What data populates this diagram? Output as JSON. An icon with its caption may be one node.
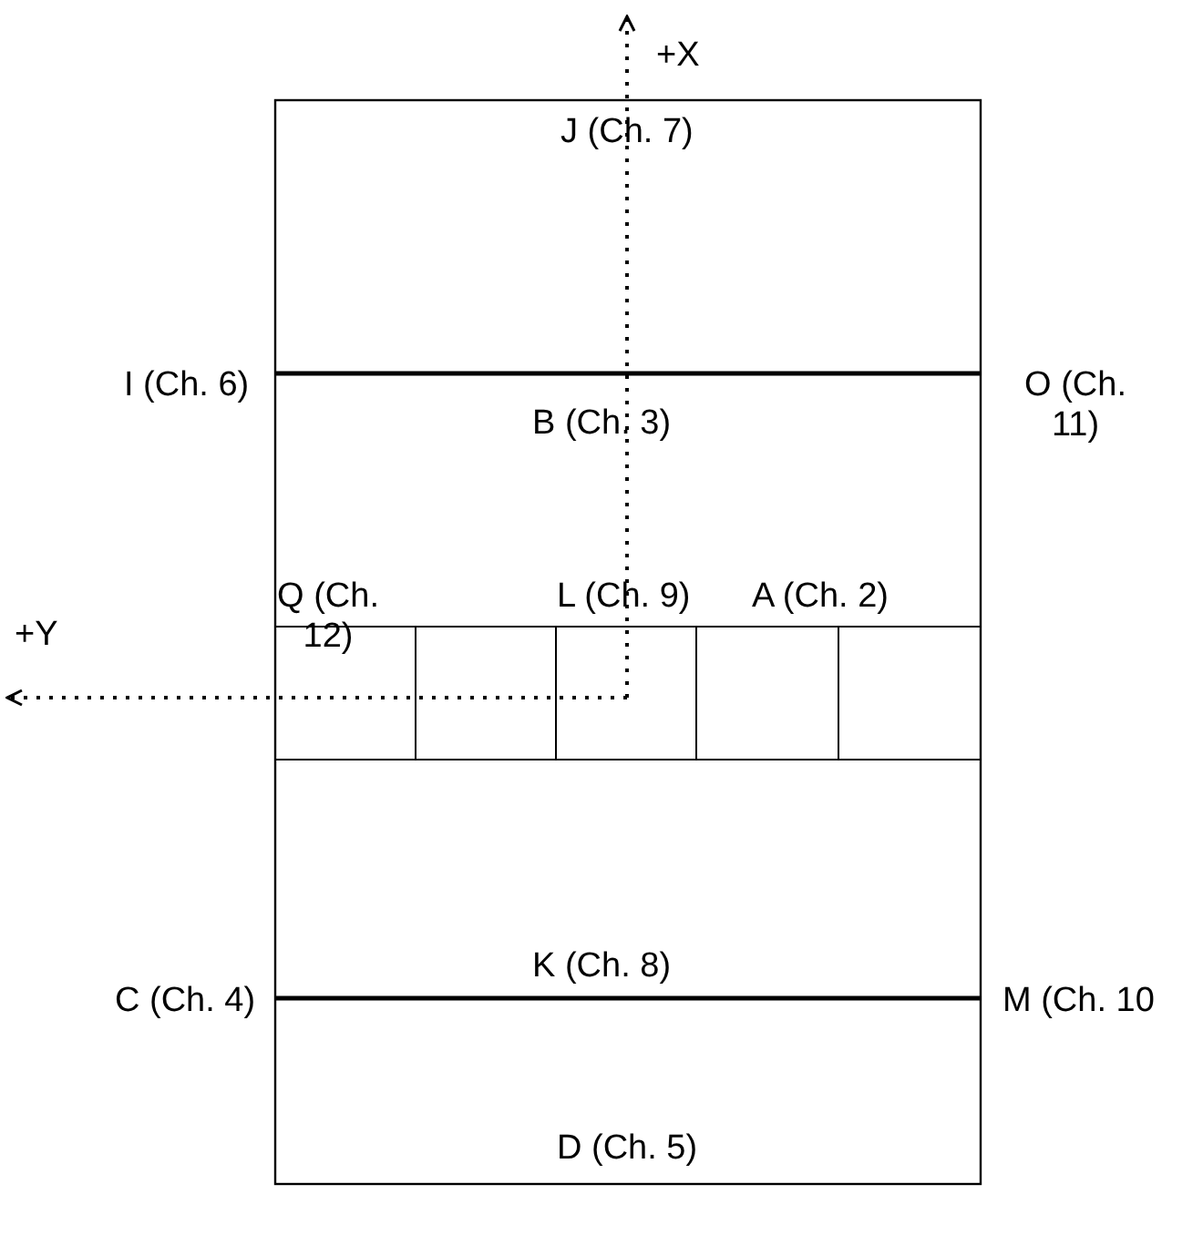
{
  "diagram": {
    "labels": [
      "+X",
      "J (Ch. 7)",
      "I (Ch. 6)",
      "B (Ch. 3)",
      "O (Ch. 11)",
      "Q (Ch. 12)",
      "L (Ch. 9)",
      "A (Ch. 2)",
      "+Y",
      "K (Ch. 8)",
      "C (Ch. 4)",
      "M (Ch. 10",
      "D (Ch. 5)"
    ]
  }
}
